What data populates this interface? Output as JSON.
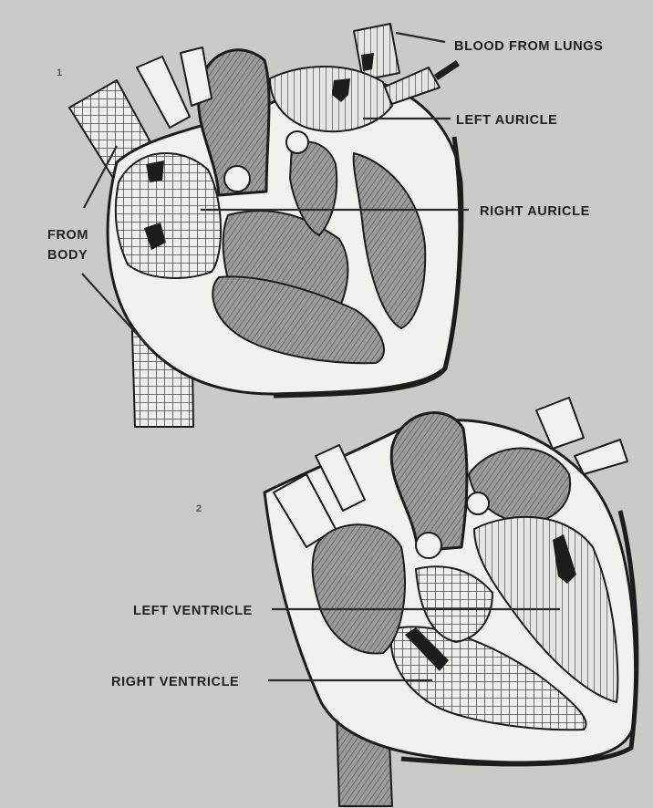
{
  "figures": [
    {
      "number": "1"
    },
    {
      "number": "2"
    }
  ],
  "labels": {
    "blood_from_lungs": "BLOOD FROM LUNGS",
    "left_auricle": "LEFT AURICLE",
    "right_auricle": "RIGHT AURICLE",
    "from_body_line1": "FROM",
    "from_body_line2": "BODY",
    "left_ventricle": "LEFT VENTRICLE",
    "right_ventricle": "RIGHT VENTRICLE"
  },
  "colors": {
    "background": "#c9cbc7",
    "wall": "#f1f1ee",
    "ink": "#1c1c1c",
    "muscle_shading": "#7d7d7d"
  }
}
